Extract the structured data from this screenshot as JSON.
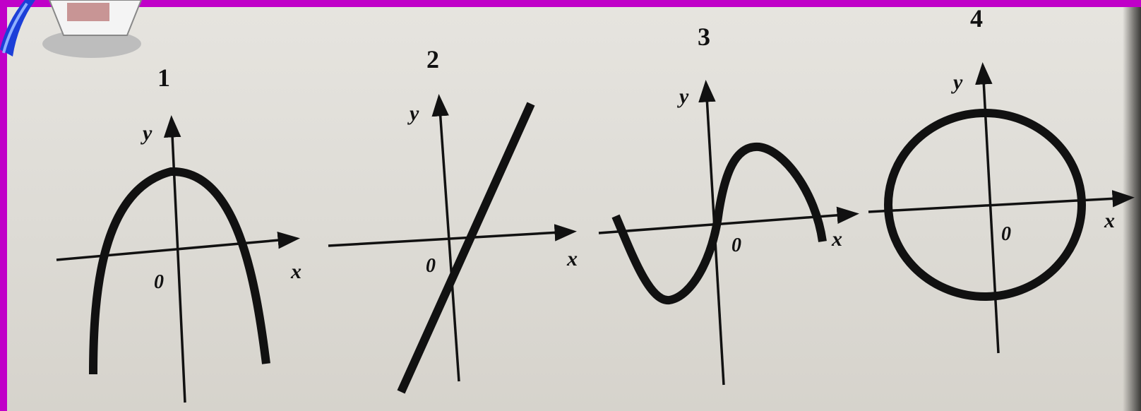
{
  "graphs": [
    {
      "number": "1",
      "x_label": "x",
      "y_label": "y",
      "origin_label": "0"
    },
    {
      "number": "2",
      "x_label": "x",
      "y_label": "y",
      "origin_label": "0"
    },
    {
      "number": "3",
      "x_label": "x",
      "y_label": "y",
      "origin_label": "0"
    },
    {
      "number": "4",
      "x_label": "x",
      "y_label": "y",
      "origin_label": "0"
    }
  ],
  "colors": {
    "border": "#c000c8",
    "ink": "#111111",
    "paper": "#e2e0da"
  },
  "logo_icon": "computer-monitor-icon"
}
